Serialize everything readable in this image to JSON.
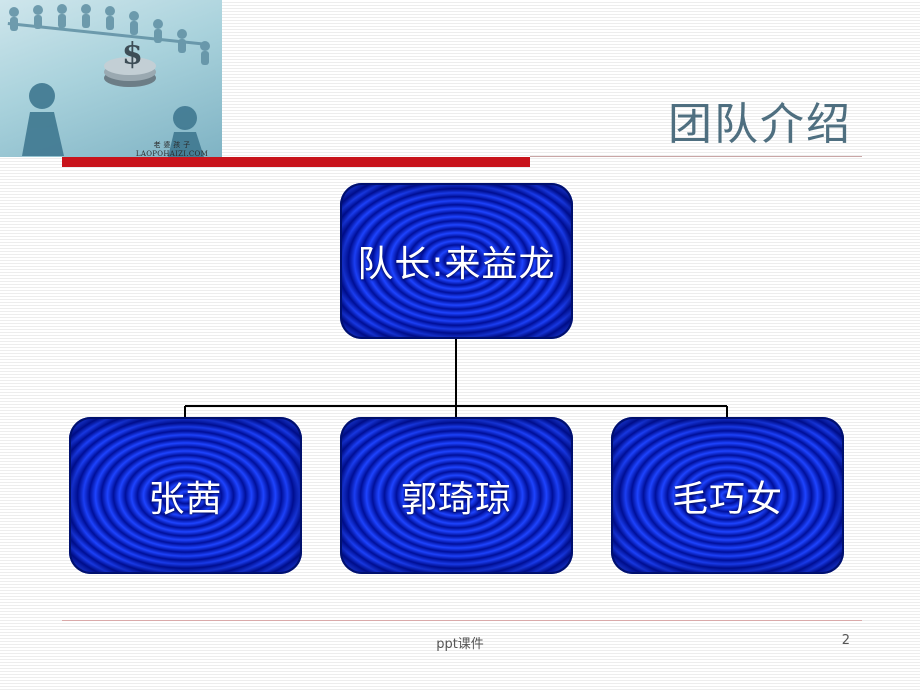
{
  "slide": {
    "title": "团队介绍",
    "logo_text": "老 婆 孩 子\nLAOPOHAIZI.COM"
  },
  "org_chart": {
    "leader": "队长:来益龙",
    "members": [
      "张茜",
      "郭琦琼",
      "毛巧女"
    ]
  },
  "footer": {
    "text": "ppt课件",
    "page_number": "2"
  },
  "colors": {
    "title": "#4f6f80",
    "accent_bar": "#c8141c",
    "node_dark": "#000f9a",
    "node_light": "#1e44ff",
    "node_text": "#ffffff"
  }
}
